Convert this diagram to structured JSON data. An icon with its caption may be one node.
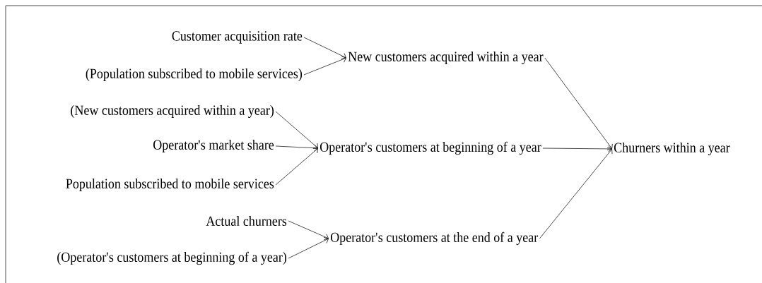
{
  "diagram": {
    "nodes": [
      {
        "text": [
          "Customer acquisition rate"
        ]
      },
      {
        "text": [
          "(Population subscribed to mobile services)"
        ]
      },
      {
        "text": [
          "New customers acquired within a year"
        ]
      },
      {
        "text": [
          "(New customers acquired within a year)"
        ]
      },
      {
        "text": [
          "Operator's market share"
        ]
      },
      {
        "text": [
          "Operator's customers at beginning of a year"
        ]
      },
      {
        "text": [
          "Population subscribed to mobile services"
        ]
      },
      {
        "text": [
          "Churners within a year"
        ]
      },
      {
        "text": [
          "Actual churners"
        ]
      },
      {
        "text": [
          "(Operator's customers at beginning of a year)"
        ]
      },
      {
        "text": [
          "Operator's customers at the end of a year"
        ]
      }
    ],
    "edges": [
      {
        "from": 0,
        "to": 2,
        "arrow": "to"
      },
      {
        "from": 1,
        "to": 2,
        "arrow": "to"
      },
      {
        "from": 3,
        "to": 5,
        "arrow": "to"
      },
      {
        "from": 4,
        "to": 5,
        "arrow": "to"
      },
      {
        "from": 6,
        "to": 5,
        "arrow": "to"
      },
      {
        "from": 2,
        "to": 7,
        "arrow": "to"
      },
      {
        "from": 5,
        "to": 7,
        "arrow": "to"
      },
      {
        "from": 10,
        "to": 7,
        "arrow": "to"
      },
      {
        "from": 8,
        "to": 10,
        "arrow": "to"
      },
      {
        "from": 9,
        "to": 10,
        "arrow": "to"
      }
    ]
  }
}
